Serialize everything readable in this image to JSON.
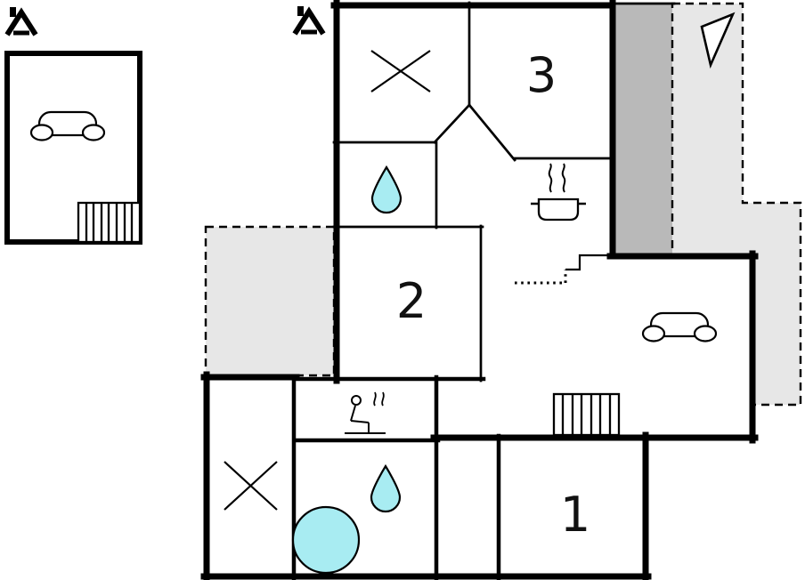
{
  "colors": {
    "wall": "#000000",
    "water": "#a8ecf2",
    "terrace_light": "#e7e7e7",
    "terrace_dark": "#b9b9b9",
    "label_text": "#111111",
    "background": "#ffffff"
  },
  "rooms": [
    {
      "id": "room-1",
      "label": "1"
    },
    {
      "id": "room-2",
      "label": "2"
    },
    {
      "id": "room-3",
      "label": "3"
    }
  ],
  "icons": [
    {
      "name": "house-icon",
      "shape": "gable roof with chimney",
      "count": 2
    },
    {
      "name": "sofa-icon",
      "shape": "top-view couch",
      "count": 2
    },
    {
      "name": "staircase-icon",
      "shape": "hatched rectangle",
      "count": 2
    },
    {
      "name": "cross-mark-icon",
      "shape": "diagonal X",
      "count": 2
    },
    {
      "name": "water-drop-icon",
      "shape": "teardrop",
      "count": 2
    },
    {
      "name": "hot-tub-icon",
      "shape": "filled circle",
      "count": 1
    },
    {
      "name": "sauna-person-icon",
      "shape": "seated figure with steam",
      "count": 1
    },
    {
      "name": "stove-pot-icon",
      "shape": "pot with steam",
      "count": 1
    },
    {
      "name": "north-arrow-icon",
      "shape": "outlined triangle",
      "count": 1
    },
    {
      "name": "entry-steps-icon",
      "shape": "dotted stepped line",
      "count": 1
    }
  ]
}
